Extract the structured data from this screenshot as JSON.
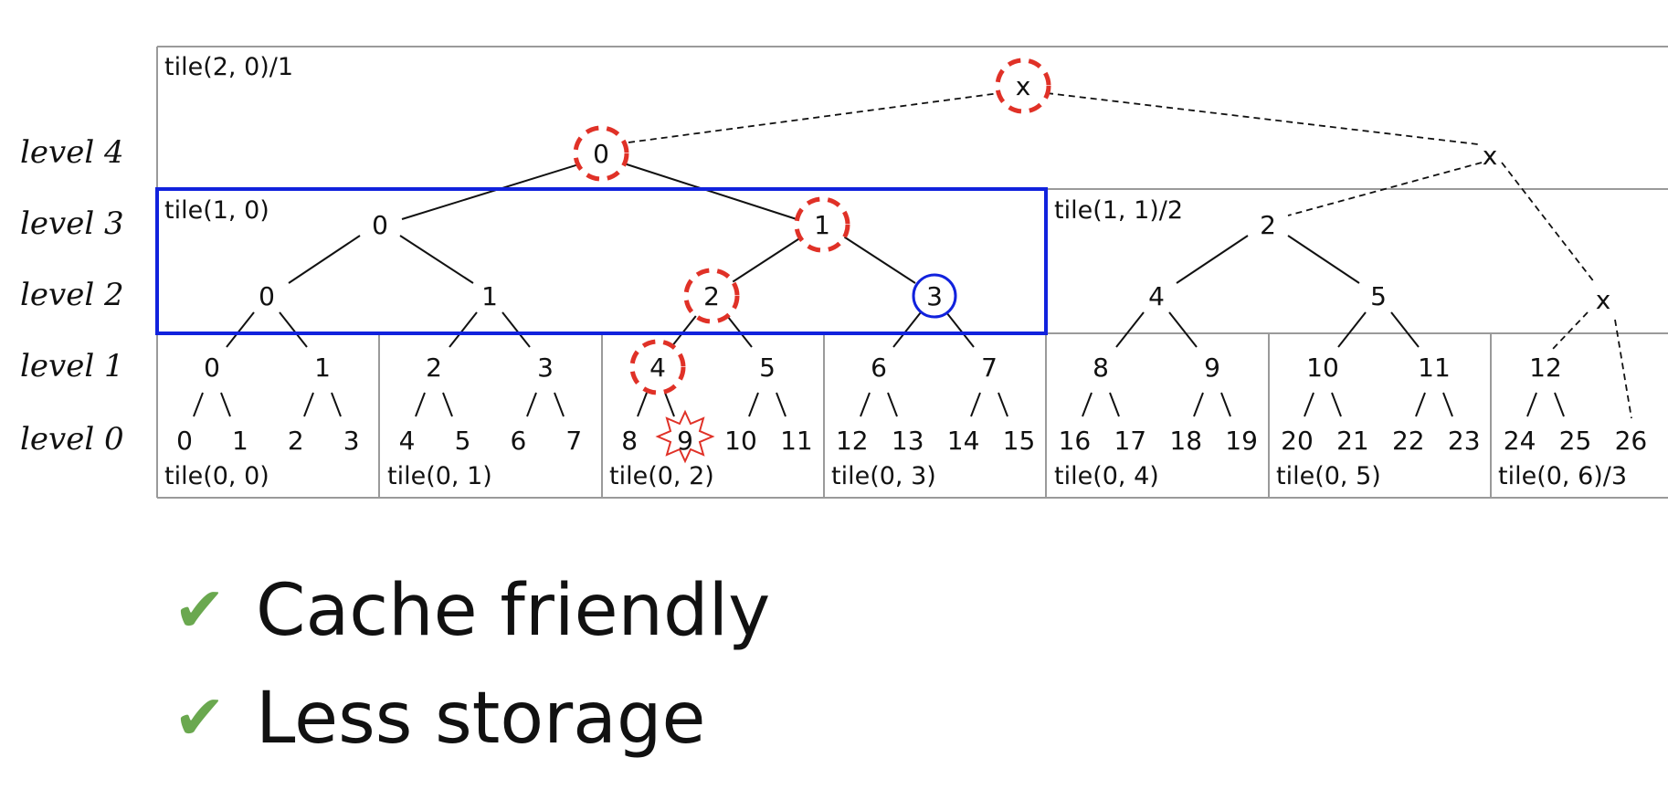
{
  "level_labels": [
    "level 4",
    "level 3",
    "level 2",
    "level 1",
    "level 0"
  ],
  "tiles": {
    "t20": "tile(2, 0)/1",
    "t10": "tile(1, 0)",
    "t11": "tile(1, 1)/2",
    "t00": "tile(0, 0)",
    "t01": "tile(0, 1)",
    "t02": "tile(0, 2)",
    "t03": "tile(0, 3)",
    "t04": "tile(0, 4)",
    "t05": "tile(0, 5)",
    "t06": "tile(0, 6)/3"
  },
  "nodes": {
    "top_x": "x",
    "l4": [
      "0",
      "x"
    ],
    "l3": [
      "0",
      "1",
      "2"
    ],
    "l2": [
      "0",
      "1",
      "2",
      "3",
      "4",
      "5",
      "x"
    ],
    "l1": [
      "0",
      "1",
      "2",
      "3",
      "4",
      "5",
      "6",
      "7",
      "8",
      "9",
      "10",
      "11",
      "12"
    ],
    "l0": [
      "0",
      "1",
      "2",
      "3",
      "4",
      "5",
      "6",
      "7",
      "8",
      "9",
      "10",
      "11",
      "12",
      "13",
      "14",
      "15",
      "16",
      "17",
      "18",
      "19",
      "20",
      "21",
      "22",
      "23",
      "24",
      "25",
      "26"
    ]
  },
  "bullets": [
    "Cache friendly",
    "Less storage"
  ],
  "colors": {
    "highlight_red": "#e03127",
    "highlight_blue": "#1122dd",
    "check_green": "#6aa84f"
  },
  "icons": {
    "bullet": "check-icon"
  }
}
